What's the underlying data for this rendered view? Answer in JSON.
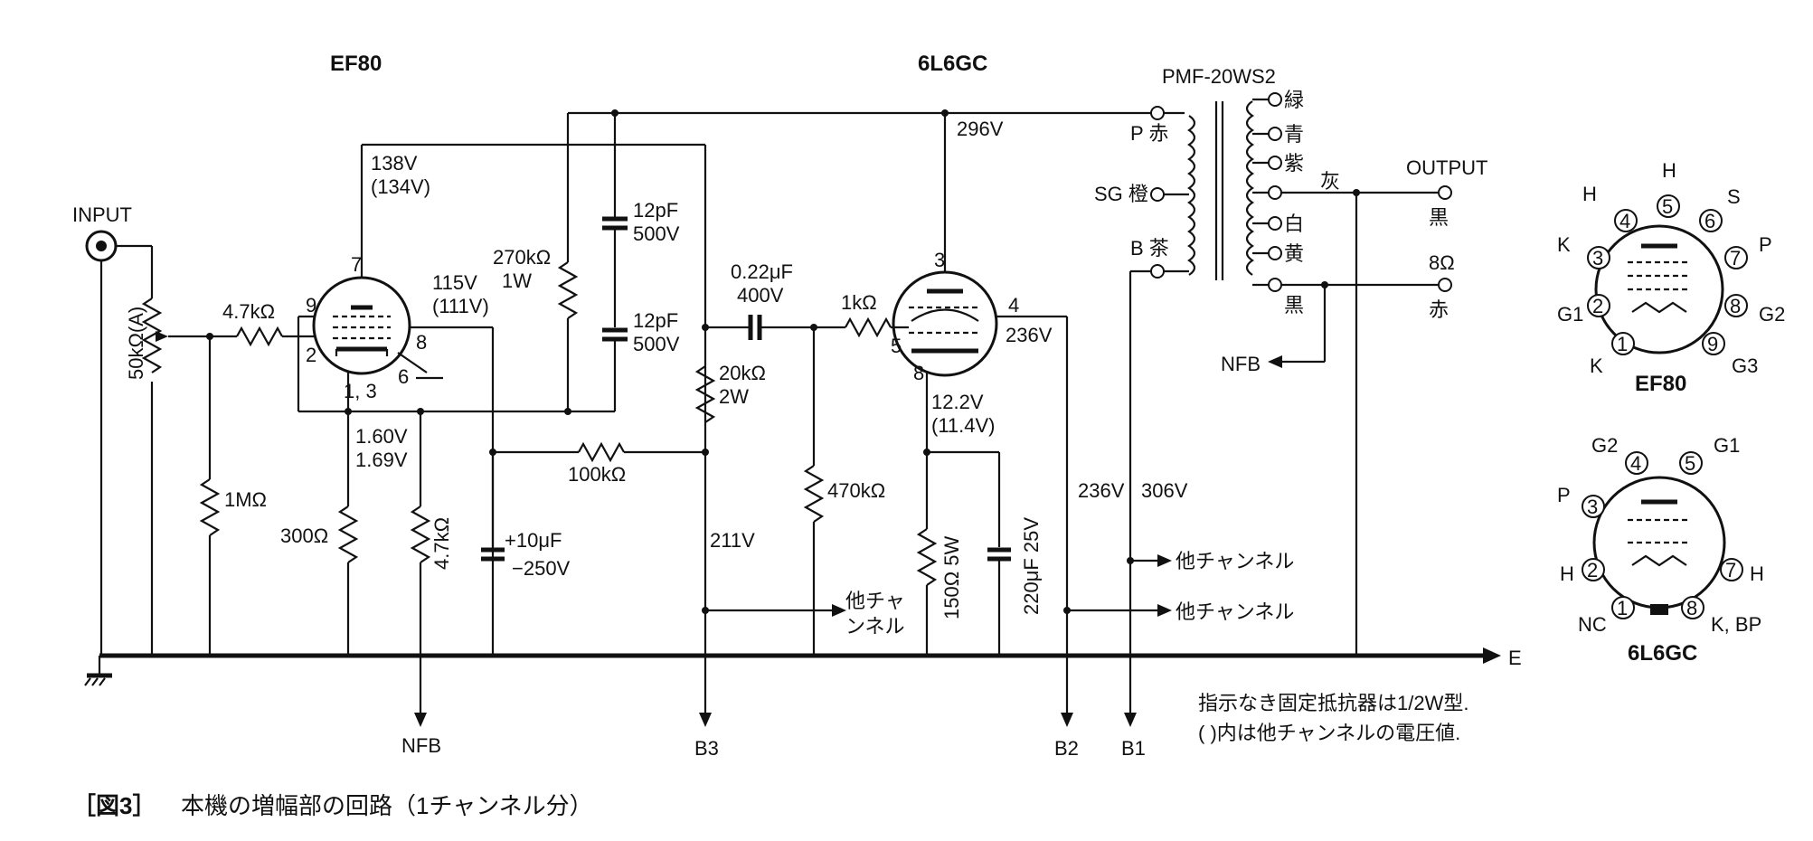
{
  "tubes": {
    "ef80": "EF80",
    "pwr": "6L6GC",
    "ef80_pins": {
      "p7": "7",
      "p9": "9",
      "p2": "2",
      "p8": "8",
      "p6": "6",
      "p13": "1, 3"
    },
    "pwr_pins": {
      "p3": "3",
      "p4": "4",
      "p5": "5",
      "p8": "8"
    }
  },
  "transformer": {
    "model": "PMF-20WS2",
    "p": "P 赤",
    "sg": "SG 橙",
    "b": "B 茶",
    "taps": [
      "緑",
      "青",
      "紫",
      "灰",
      "白",
      "黄",
      "黒"
    ],
    "output": "OUTPUT",
    "out_black": "黒",
    "ohm": "8Ω",
    "out_red": "赤"
  },
  "labels": {
    "input": "INPUT",
    "pot": "50kΩ(A)",
    "r47k_in": "4.7kΩ",
    "r1m": "1MΩ",
    "r300": "300Ω",
    "r47k_nfb": "4.7kΩ",
    "v138": "138V",
    "v134": "(134V)",
    "v115": "115V",
    "v111": "(111V)",
    "v160": "1.60V",
    "v169": "1.69V",
    "r270k": "270kΩ",
    "r270k_w": "1W",
    "c12a": "12pF",
    "c12a_v": "500V",
    "c12b": "12pF",
    "c12b_v": "500V",
    "c10": "+10μF",
    "c10_v": "−250V",
    "r100k": "100kΩ",
    "c022": "0.22μF",
    "c022_v": "400V",
    "r20k": "20kΩ",
    "r20k_w": "2W",
    "r1k": "1kΩ",
    "r470k": "470kΩ",
    "v211": "211V",
    "v296": "296V",
    "v236a": "236V",
    "v122": "12.2V",
    "v114": "(11.4V)",
    "r150": "150Ω 5W",
    "c220": "220μF 25V",
    "v236b": "236V",
    "v306": "306V",
    "other1": "他チャ",
    "other1b": "ンネル",
    "other2": "他チャンネル",
    "other3": "他チャンネル",
    "nfb_bottom": "NFB",
    "nfb_out": "NFB",
    "b3": "B3",
    "b2": "B2",
    "b1": "B1",
    "e": "E",
    "note1": "指示なき固定抵抗器は1/2W型.",
    "note2": "(  )内は他チャンネルの電圧値."
  },
  "ef80_basing": {
    "title": "EF80",
    "pins": [
      "1",
      "2",
      "3",
      "4",
      "5",
      "6",
      "7",
      "8",
      "9"
    ],
    "names": {
      "h": "H",
      "s": "S",
      "k": "K",
      "p": "P",
      "g1": "G1",
      "g2": "G2",
      "k2": "K",
      "g3": "G3",
      "h2": "H"
    }
  },
  "l6_basing": {
    "title": "6L6GC",
    "pins": [
      "1",
      "2",
      "3",
      "4",
      "5",
      "7",
      "8"
    ],
    "names": {
      "g2": "G2",
      "g1": "G1",
      "p": "P",
      "h": "H",
      "h2": "H",
      "nc": "NC",
      "kbp": "K, BP"
    }
  },
  "caption": {
    "fig": "［図3］",
    "text": "本機の増幅部の回路（1チャンネル分）"
  }
}
